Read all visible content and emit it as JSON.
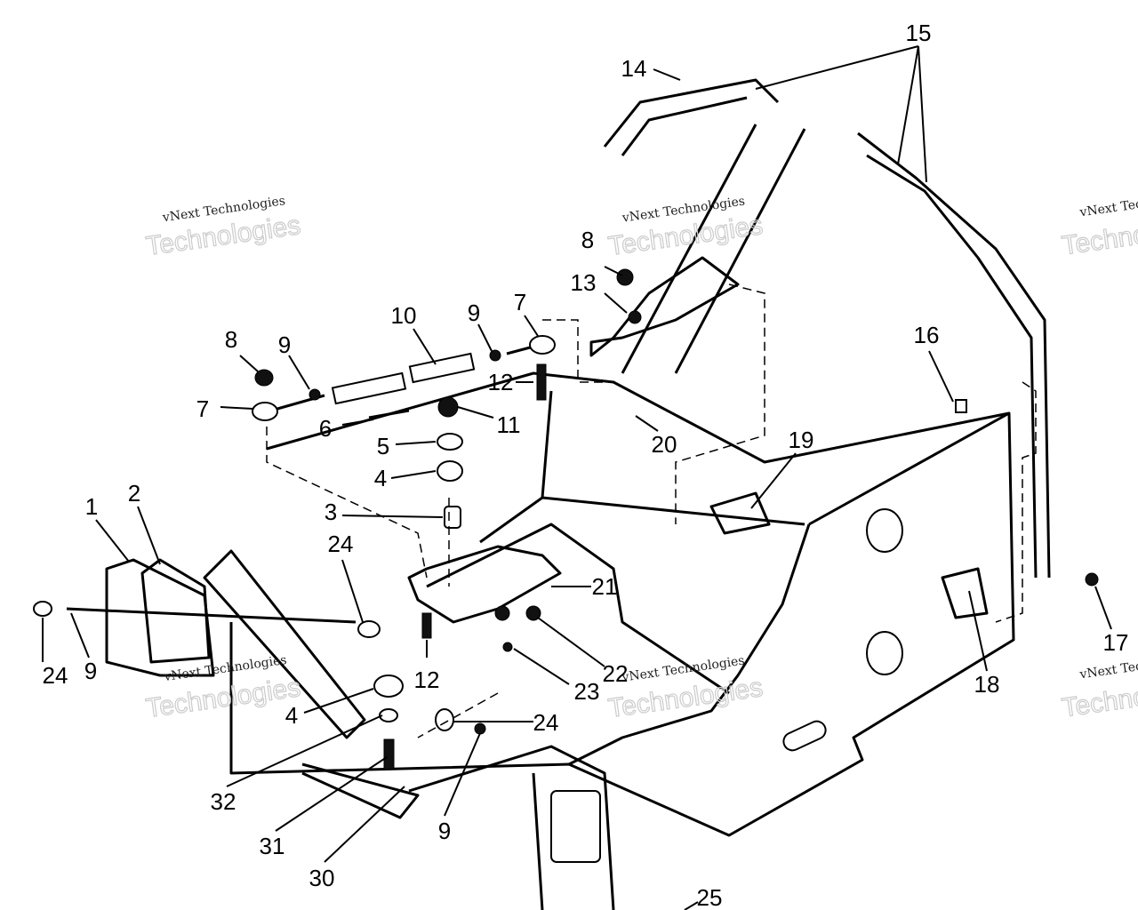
{
  "diagram": {
    "watermark": {
      "line1": "vNext Technologies",
      "line2": "Technologies"
    },
    "callouts": [
      "15",
      "14",
      "8",
      "13",
      "10",
      "9",
      "7",
      "8",
      "9",
      "7",
      "12",
      "6",
      "11",
      "20",
      "19",
      "16",
      "5",
      "4",
      "3",
      "1",
      "2",
      "24",
      "21",
      "24",
      "9",
      "12",
      "22",
      "23",
      "18",
      "17",
      "4",
      "24",
      "32",
      "9",
      "31",
      "30",
      "25"
    ]
  }
}
